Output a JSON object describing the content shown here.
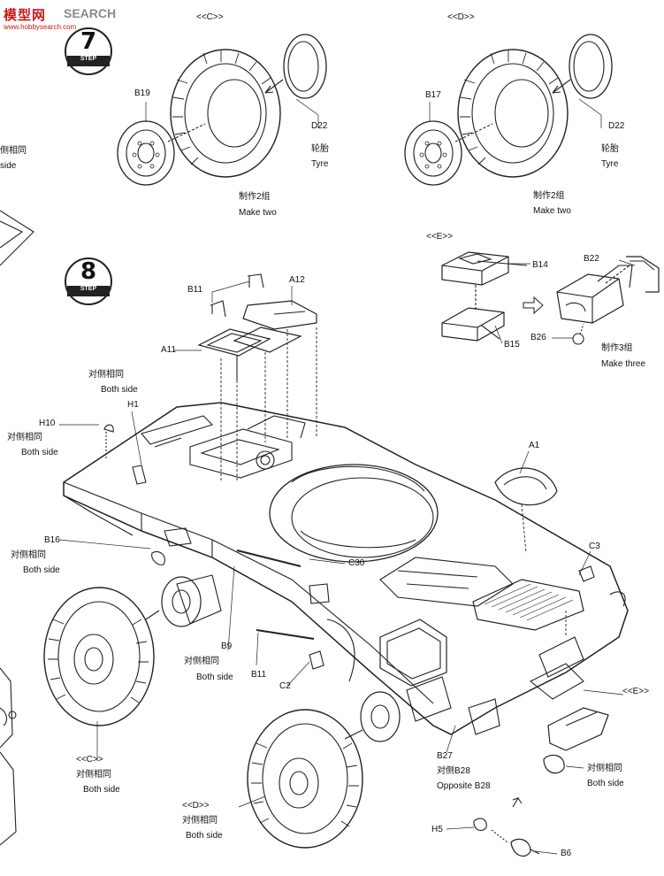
{
  "watermark": {
    "logo": "模型网",
    "text": "SEARCH",
    "sub": "www.hobbysearch.com"
  },
  "steps": [
    {
      "number": "7",
      "word": "STEP"
    },
    {
      "number": "8",
      "word": "STEP"
    }
  ],
  "step7": {
    "group_c": {
      "header": "<<C>>",
      "hub": "B19",
      "tyre_part": "D22",
      "tyre_cn": "轮胎",
      "tyre_en": "Tyre",
      "qty_cn": "制作2组",
      "qty_en": "Make two"
    },
    "group_d": {
      "header": "<<D>>",
      "hub": "B17",
      "tyre_part": "D22",
      "tyre_cn": "轮胎",
      "tyre_en": "Tyre",
      "qty_cn": "制作2组",
      "qty_en": "Make two"
    }
  },
  "group_e": {
    "header": "<<E>>",
    "parts": [
      "B14",
      "B15",
      "B22",
      "B26"
    ],
    "qty_cn": "制作3组",
    "qty_en": "Make three"
  },
  "step8": {
    "labels": {
      "b11_top": "B11",
      "a12": "A12",
      "a11": "A11",
      "h1": "H1",
      "h10": "H10",
      "b16": "B16",
      "c30": "C30",
      "a1": "A1",
      "c3": "C3",
      "b9": "B9",
      "b11_bottom": "B11",
      "c2": "C2",
      "e_side": "<<E>>",
      "b27": "B27",
      "opp_b28_cn": "对侧B28",
      "opp_b28_en": "Opposite B28",
      "c_wheel": "<<C>>",
      "d_wheel": "<<D>>",
      "h5": "H5",
      "b6": "B6"
    },
    "both_side_cn": "对侧相同",
    "both_side_en": "Both side"
  },
  "left_edge": {
    "cn": "侧相同",
    "en": "side"
  }
}
